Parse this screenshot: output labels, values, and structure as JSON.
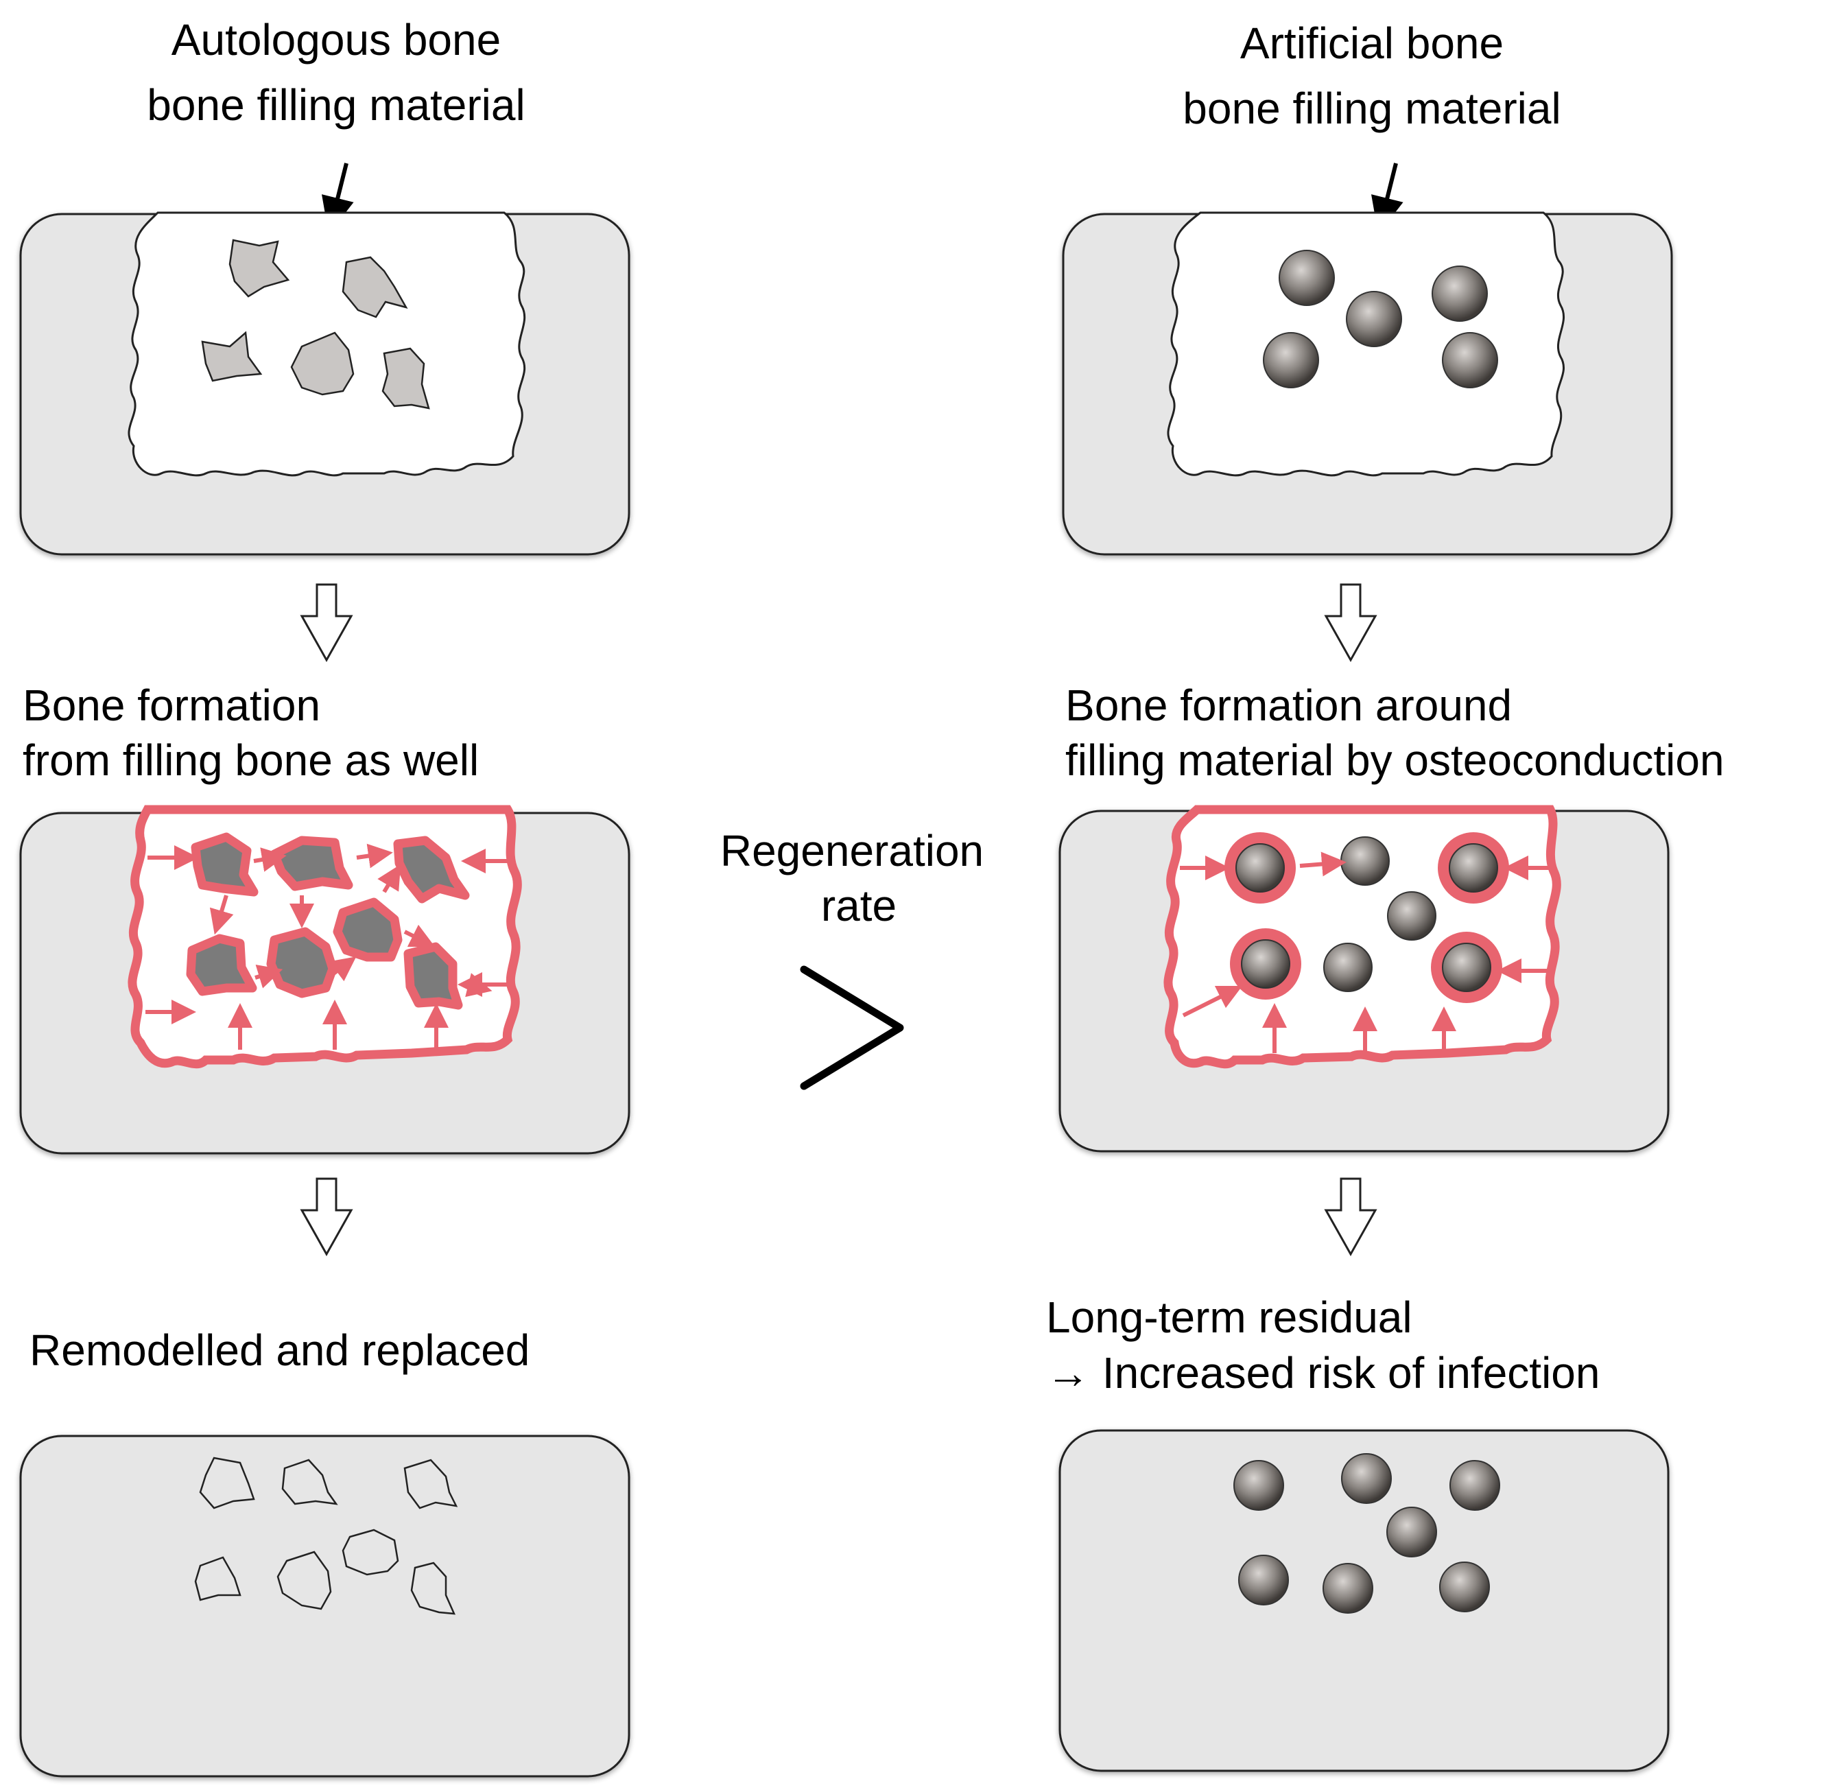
{
  "left_column": {
    "header_line1": "Autologous bone",
    "header_line2": "bone filling material",
    "step2_line1": "Bone formation",
    "step2_line2": "from filling bone as well",
    "step3": "Remodelled and replaced"
  },
  "right_column": {
    "header_line1": "Artificial bone",
    "header_line2": "bone filling material",
    "step2_line1": "Bone formation around",
    "step2_line2": "filling material by osteoconduction",
    "step3_line1": "Long-term residual",
    "step3_line2": "→ Increased risk of infection"
  },
  "comparison": {
    "line1": "Regeneration",
    "line2": "rate",
    "symbol": "greater-than-symbol"
  },
  "colors": {
    "bone_fill": "#e6e6e6",
    "outline": "#222222",
    "formation": "#e8646f",
    "granule": "#c9c6c4",
    "bead": "#8a8581"
  }
}
